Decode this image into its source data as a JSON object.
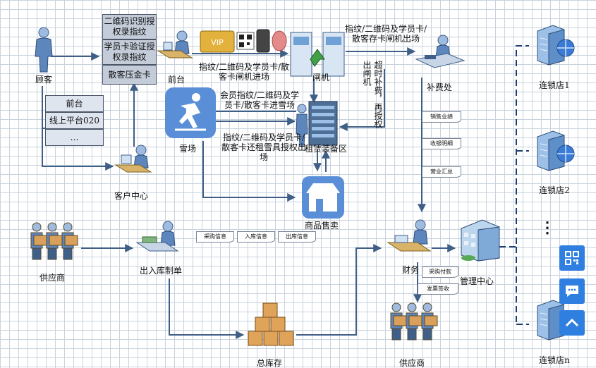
{
  "nodes": {
    "customer": "顾客",
    "front_desk": "前台",
    "gate": "闸机",
    "supplement": "补费处",
    "ski_field": "雪场",
    "rental": "租赁装备区",
    "shop": "商品售卖",
    "customer_center": "客户中心",
    "supplier_left": "供应商",
    "stock_doc": "出入库制单",
    "warehouse": "总库存",
    "finance": "财务",
    "management": "管理中心",
    "supplier_bottom": "供应商",
    "store1": "连锁店1",
    "store2": "连锁店2",
    "storen": "连锁店n",
    "ellipsis": "⋮"
  },
  "front_boxes": [
    "二维码识别授权录指纹",
    "学员卡验证授权录指纹",
    "散客压金卡"
  ],
  "channel_boxes": [
    "前台",
    "线上平台020",
    "…"
  ],
  "flow_labels": {
    "to_gate": "指纹/二维码及学员卡/散客卡闸机进场",
    "gate_exit": "指纹/二维码及学员卡/散客存卡闸机出场",
    "to_ski": "会员指纹/二维码及学员卡/散客卡进雪场",
    "return_rental": "指纹/二维码及学员卡/散客卡还租雪具授权出场",
    "overtime": "超时补费，再授权出闸机"
  },
  "tags": {
    "sales_perf": "销售业绩",
    "cashier_detail": "收银明细",
    "business_sum": "营业汇总",
    "purchase_info": "采购信息",
    "in_info": "入库信息",
    "out_info": "出库信息",
    "purchase_pay": "采购付款",
    "invoice": "发票签收"
  },
  "icons": {
    "customer": "person-icon",
    "front_desk": "desk-worker-icon",
    "cards": "vip-card-qr-fingerprint-icon",
    "gate": "turnstile-gate-icon",
    "supplement": "desk-worker-icon",
    "ski_field": "skater-icon",
    "rental": "server-rack-worker-icon",
    "shop": "shop-icon",
    "customer_center": "desk-worker-icon",
    "supplier": "supplier-people-icon",
    "stock_doc": "desk-worker-icon",
    "warehouse": "boxes-icon",
    "finance": "desk-worker-icon",
    "management": "building-icon",
    "store": "server-globe-icon",
    "qr_fab": "qr-code-icon",
    "chat_fab": "chat-icon",
    "top_fab": "chevron-up-icon"
  },
  "colors": {
    "arrow": "#3f5f86",
    "box_fill": "#dfe5ee",
    "fab": "#2f7fe0",
    "ski_tile": "#5a8fd8"
  }
}
